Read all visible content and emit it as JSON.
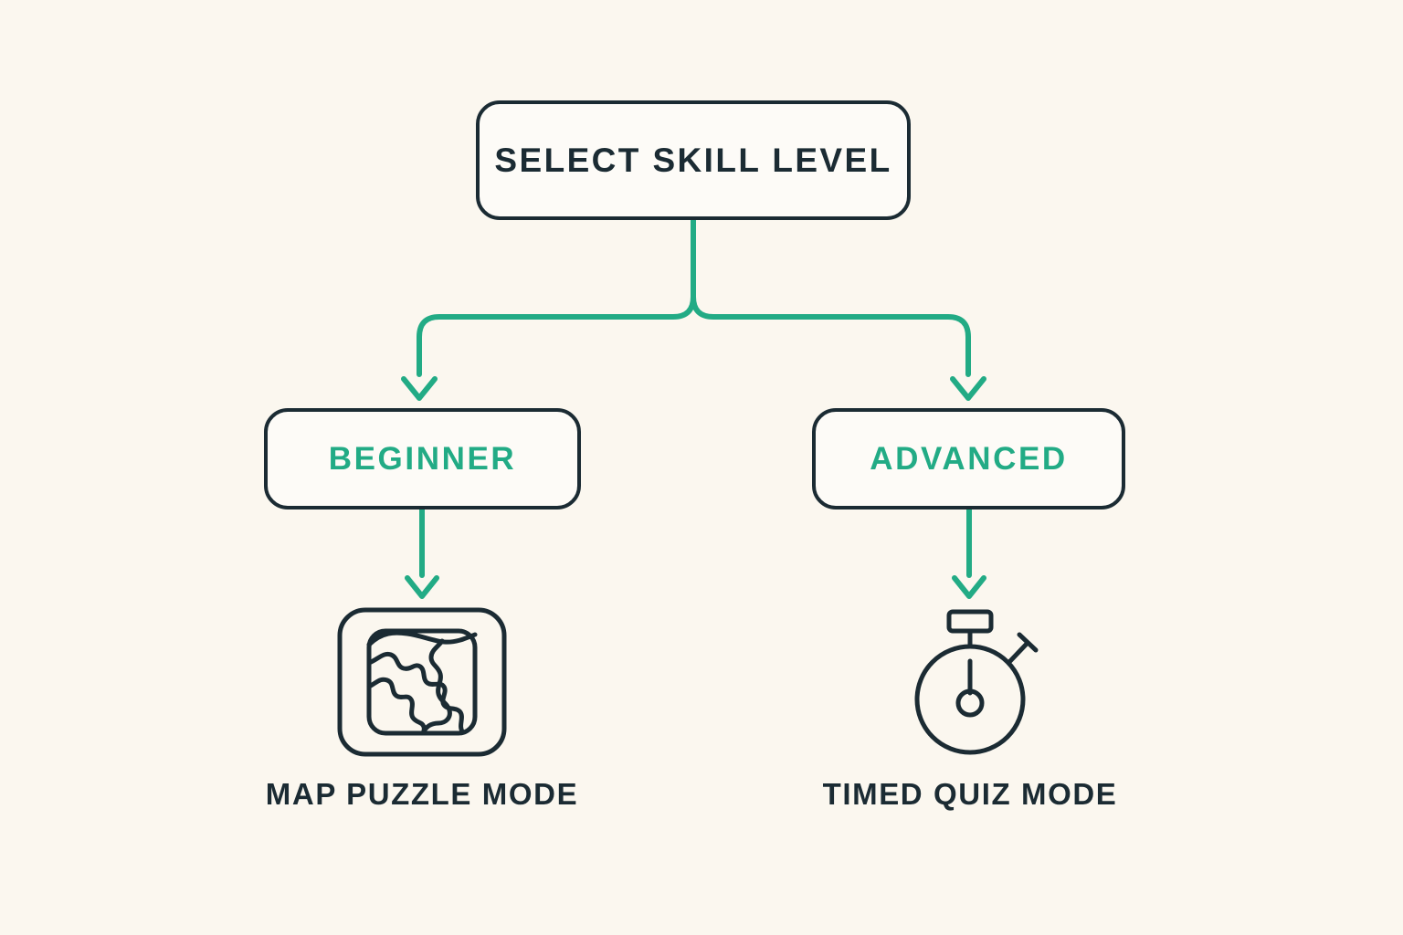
{
  "diagram": {
    "title_node": {
      "label": "SELECT SKILL LEVEL"
    },
    "branches": [
      {
        "id": "beginner",
        "label": "BEGINNER",
        "icon": "map-puzzle-icon",
        "mode_label": "MAP PUZZLE MODE"
      },
      {
        "id": "advanced",
        "label": "ADVANCED",
        "icon": "stopwatch-icon",
        "mode_label": "TIMED QUIZ MODE"
      }
    ],
    "colors": {
      "background": "#fbf7ef",
      "box_fill": "#fdfbf7",
      "outline_dark": "#1b2b33",
      "accent_teal": "#22ab85",
      "text_dark": "#1b2b33"
    }
  }
}
